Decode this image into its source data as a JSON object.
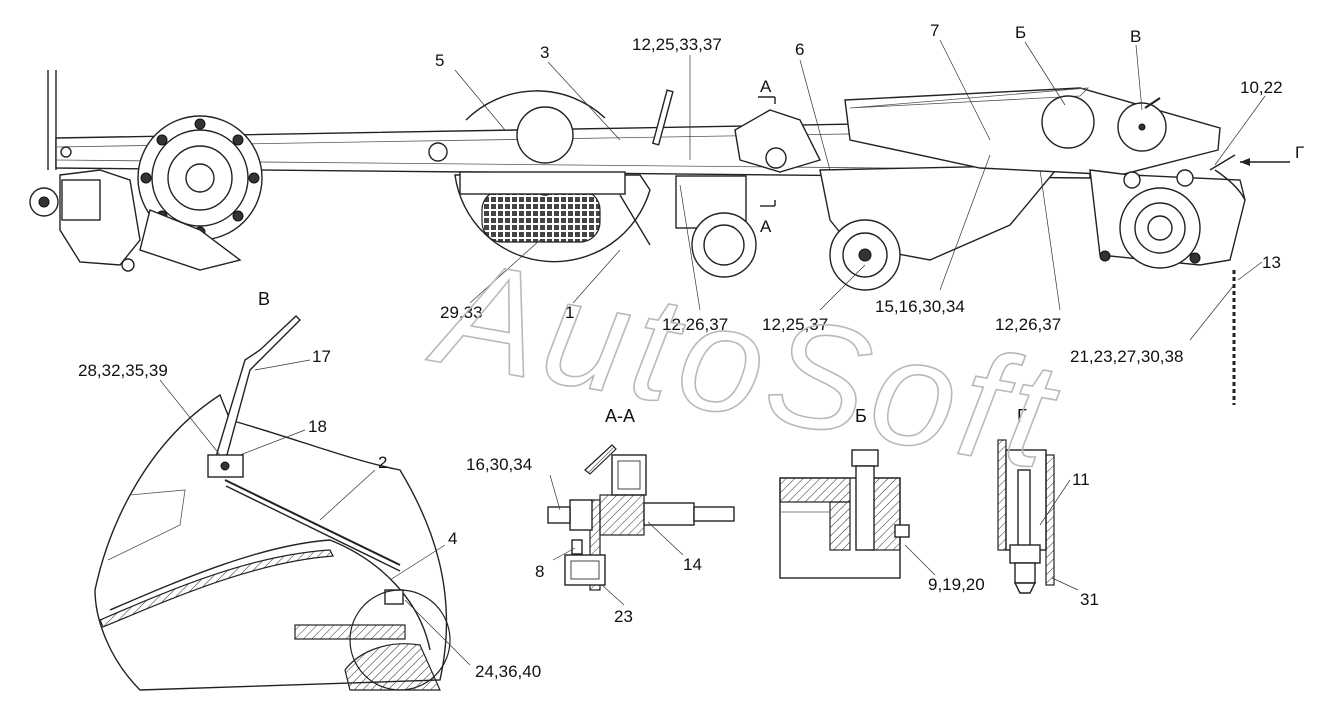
{
  "watermark": "AutoSoft",
  "main_labels": {
    "l5": "5",
    "l3": "3",
    "l12_25_33_37": "12,25,33,37",
    "l6": "6",
    "l7": "7",
    "lB_cyr": "Б",
    "lV_cyr": "В",
    "l10_22": "10,22",
    "lG_cyr": "Г",
    "lA1": "А",
    "lA2": "А",
    "l13": "13",
    "l29_33": "29,33",
    "l1": "1",
    "l12_26_37_a": "12,26,37",
    "l12_25_37": "12,25,37",
    "l15_16_30_34": "15,16,30,34",
    "l12_26_37_b": "12,26,37",
    "l21_23_27_30_38": "21,23,27,30,38"
  },
  "detail_V": {
    "title": "В",
    "l28_32_35_39": "28,32,35,39",
    "l17": "17",
    "l18": "18",
    "l2": "2",
    "l4": "4",
    "l24_36_40": "24,36,40"
  },
  "detail_AA": {
    "title": "А-А",
    "l16_30_34": "16,30,34",
    "l8": "8",
    "l14": "14",
    "l23": "23"
  },
  "detail_B": {
    "title": "Б",
    "l9_19_20": "9,19,20"
  },
  "detail_G": {
    "title": "Г",
    "l11": "11",
    "l31": "31"
  }
}
